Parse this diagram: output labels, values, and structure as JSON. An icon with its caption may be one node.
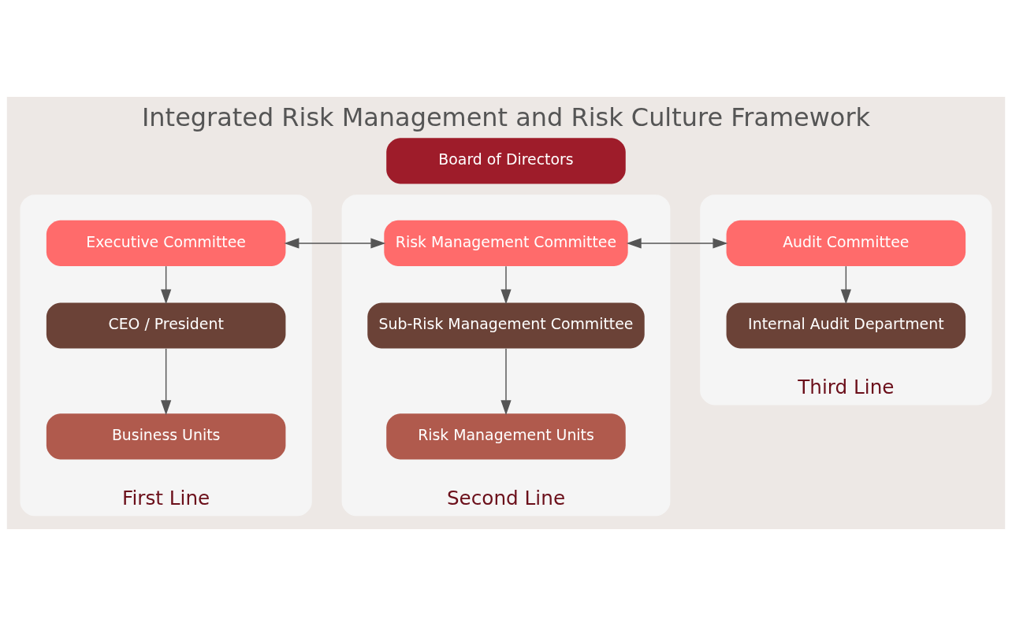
{
  "diagram": {
    "title": "Integrated Risk Management and Risk Culture Framework",
    "nodes": [
      {
        "text": [
          "Board of Directors"
        ]
      },
      {
        "text": [
          "First Line"
        ]
      },
      {
        "text": [
          "Executive Committee"
        ],
        "in": 1
      },
      {
        "text": [
          "CEO / President"
        ],
        "in": 1
      },
      {
        "text": [
          "Business Units"
        ],
        "in": 1
      },
      {
        "text": [
          "Second Line"
        ]
      },
      {
        "text": [
          "Risk Management Committee"
        ],
        "in": 5
      },
      {
        "text": [
          "Sub-Risk Management Committee"
        ],
        "in": 5
      },
      {
        "text": [
          "Risk Management Units"
        ],
        "in": 5
      },
      {
        "text": [
          "Third Line"
        ]
      },
      {
        "text": [
          "Audit Committee"
        ],
        "in": 9
      },
      {
        "text": [
          "Internal Audit Department"
        ],
        "in": 9
      }
    ],
    "edges": [
      {
        "from": 2,
        "to": 3,
        "arrow": "to"
      },
      {
        "from": 3,
        "to": 4,
        "arrow": "to"
      },
      {
        "from": 6,
        "to": 7,
        "arrow": "to"
      },
      {
        "from": 7,
        "to": 8,
        "arrow": "to"
      },
      {
        "from": 10,
        "to": 11,
        "arrow": "to"
      },
      {
        "from": 2,
        "to": 6,
        "arrow": "both"
      },
      {
        "from": 6,
        "to": 10,
        "arrow": "both"
      }
    ]
  }
}
